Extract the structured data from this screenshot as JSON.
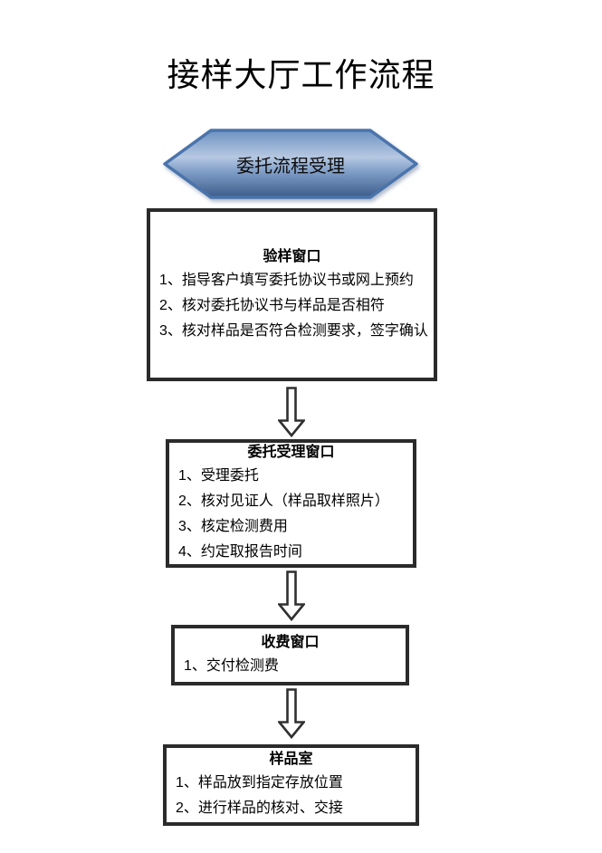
{
  "page": {
    "title": "接样大厅工作流程"
  },
  "flow": {
    "start": {
      "label": "委托流程受理"
    },
    "boxes": [
      {
        "title": "验样窗口",
        "items": [
          "1、指导客户填写委托协议书或网上预约",
          "2、核对委托协议书与样品是否相符",
          "3、核对样品是否符合检测要求，签字确认"
        ]
      },
      {
        "title": "委托受理窗口",
        "items": [
          "1、受理委托",
          "2、核对见证人（样品取样照片）",
          "3、核定检测费用",
          "4、约定取报告时间"
        ]
      },
      {
        "title": "收费窗口",
        "items": [
          "1、交付检测费"
        ]
      },
      {
        "title": "样品室",
        "items": [
          "1、样品放到指定存放位置",
          "2、进行样品的核对、交接"
        ]
      }
    ],
    "colors": {
      "hexagon_border": "#4a74ab",
      "hexagon_gradient_top": "#6d92c1",
      "hexagon_gradient_light": "#b6c8e2",
      "hexagon_gradient_mid": "#7e9dc7",
      "hexagon_gradient_bottom": "#3d5c8a",
      "box_border": "#2b2b2b",
      "arrow_outline": "#303030",
      "text": "#000000"
    }
  }
}
